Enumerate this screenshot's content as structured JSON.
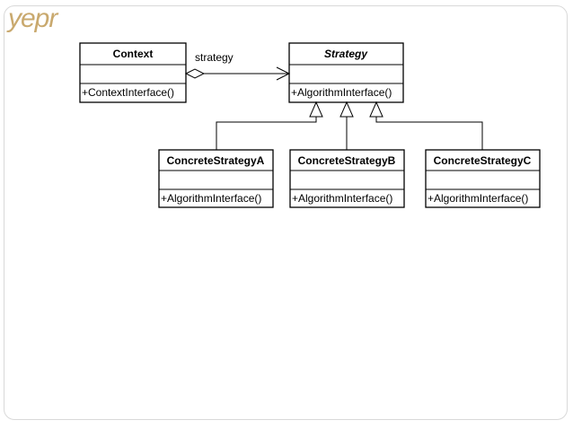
{
  "logo": {
    "text": "yepr"
  },
  "diagram": {
    "context": {
      "name": "Context",
      "operation": "+ContextInterface()"
    },
    "strategy": {
      "name": "Strategy",
      "operation": "+AlgorithmInterface()"
    },
    "association_label": "strategy",
    "concrete": [
      {
        "name": "ConcreteStrategyA",
        "operation": "+AlgorithmInterface()"
      },
      {
        "name": "ConcreteStrategyB",
        "operation": "+AlgorithmInterface()"
      },
      {
        "name": "ConcreteStrategyC",
        "operation": "+AlgorithmInterface()"
      }
    ]
  },
  "colors": {
    "logo": "#c9a96e",
    "frame": "#d9d9d9"
  }
}
